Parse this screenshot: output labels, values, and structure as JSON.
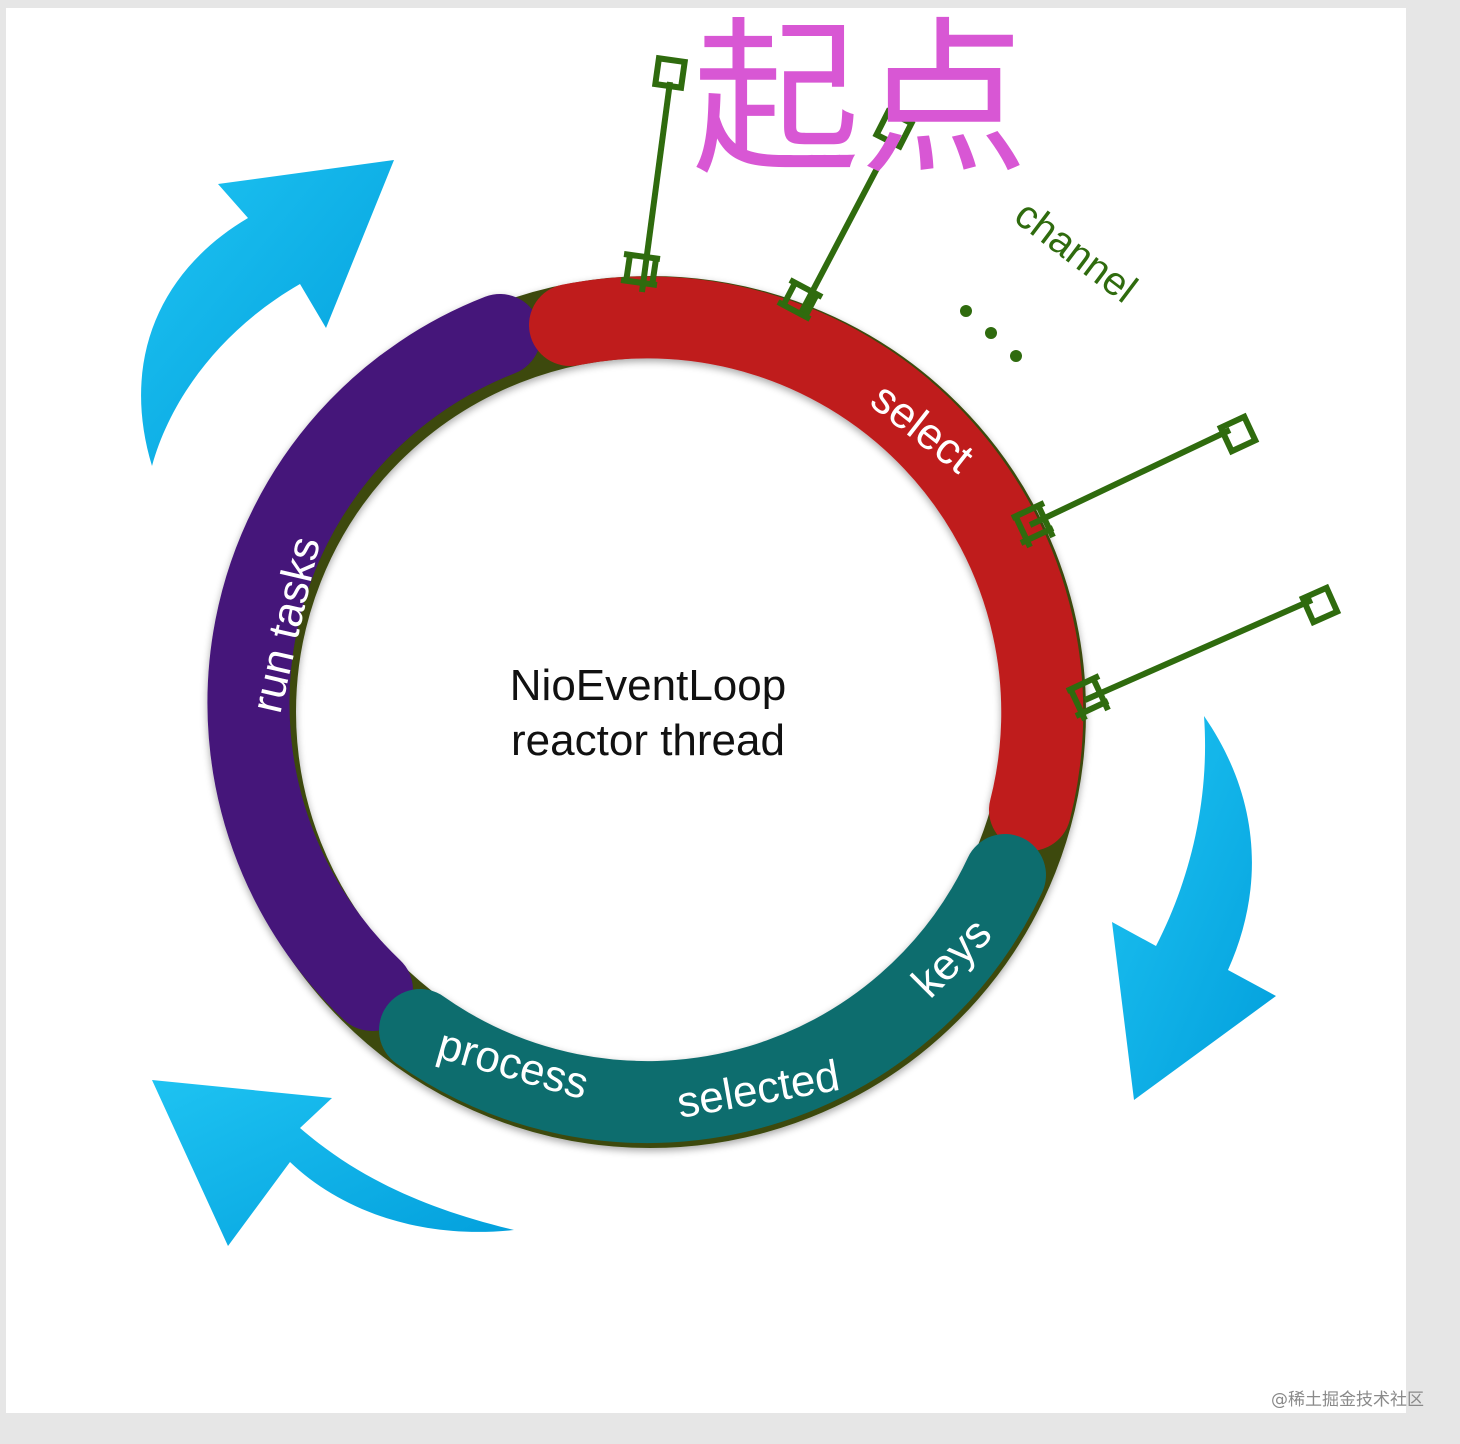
{
  "title_cn": "起点",
  "center": {
    "line1": "NioEventLoop",
    "line2": "reactor thread"
  },
  "segments": {
    "run_tasks": "run tasks",
    "select": "select",
    "process": "process",
    "selected": "selected",
    "keys": "keys"
  },
  "channel_label": "channel",
  "channel_ellipsis": "…",
  "watermark": "@稀土掘金技术社区",
  "colors": {
    "run_tasks": "#45127a",
    "select": "#bf1d1f",
    "process_selected_keys": "#0e6d6e",
    "ring_gap": "#3c4a0c",
    "channel": "#2f6b0e",
    "arrow": "#10b2e8",
    "title": "#d857d4"
  }
}
